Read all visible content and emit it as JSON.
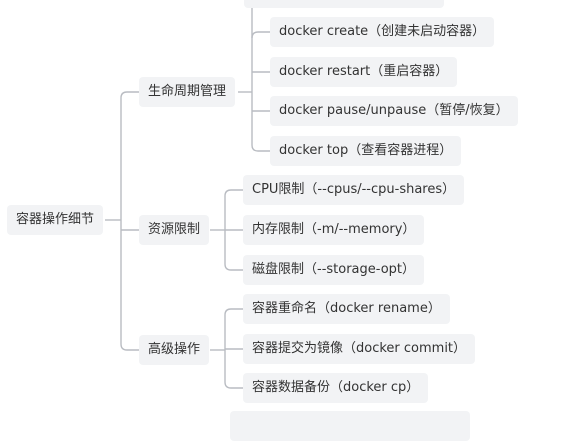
{
  "mindmap": {
    "root": {
      "label": "容器操作细节"
    },
    "branches": [
      {
        "label": "生命周期管理",
        "children": [
          "docker create（创建未启动容器）",
          "docker restart（重启容器）",
          "docker pause/unpause（暂停/恢复）",
          "docker top（查看容器进程）"
        ]
      },
      {
        "label": "资源限制",
        "children": [
          "CPU限制（--cpus/--cpu-shares）",
          "内存限制（-m/--memory）",
          "磁盘限制（--storage-opt）"
        ]
      },
      {
        "label": "高级操作",
        "children": [
          "容器重命名（docker rename）",
          "容器提交为镜像（docker commit）",
          "容器数据备份（docker cp）"
        ]
      }
    ]
  },
  "colors": {
    "node_bg": "#f2f3f5",
    "edge": "#b9bcc2",
    "text": "#333333"
  }
}
